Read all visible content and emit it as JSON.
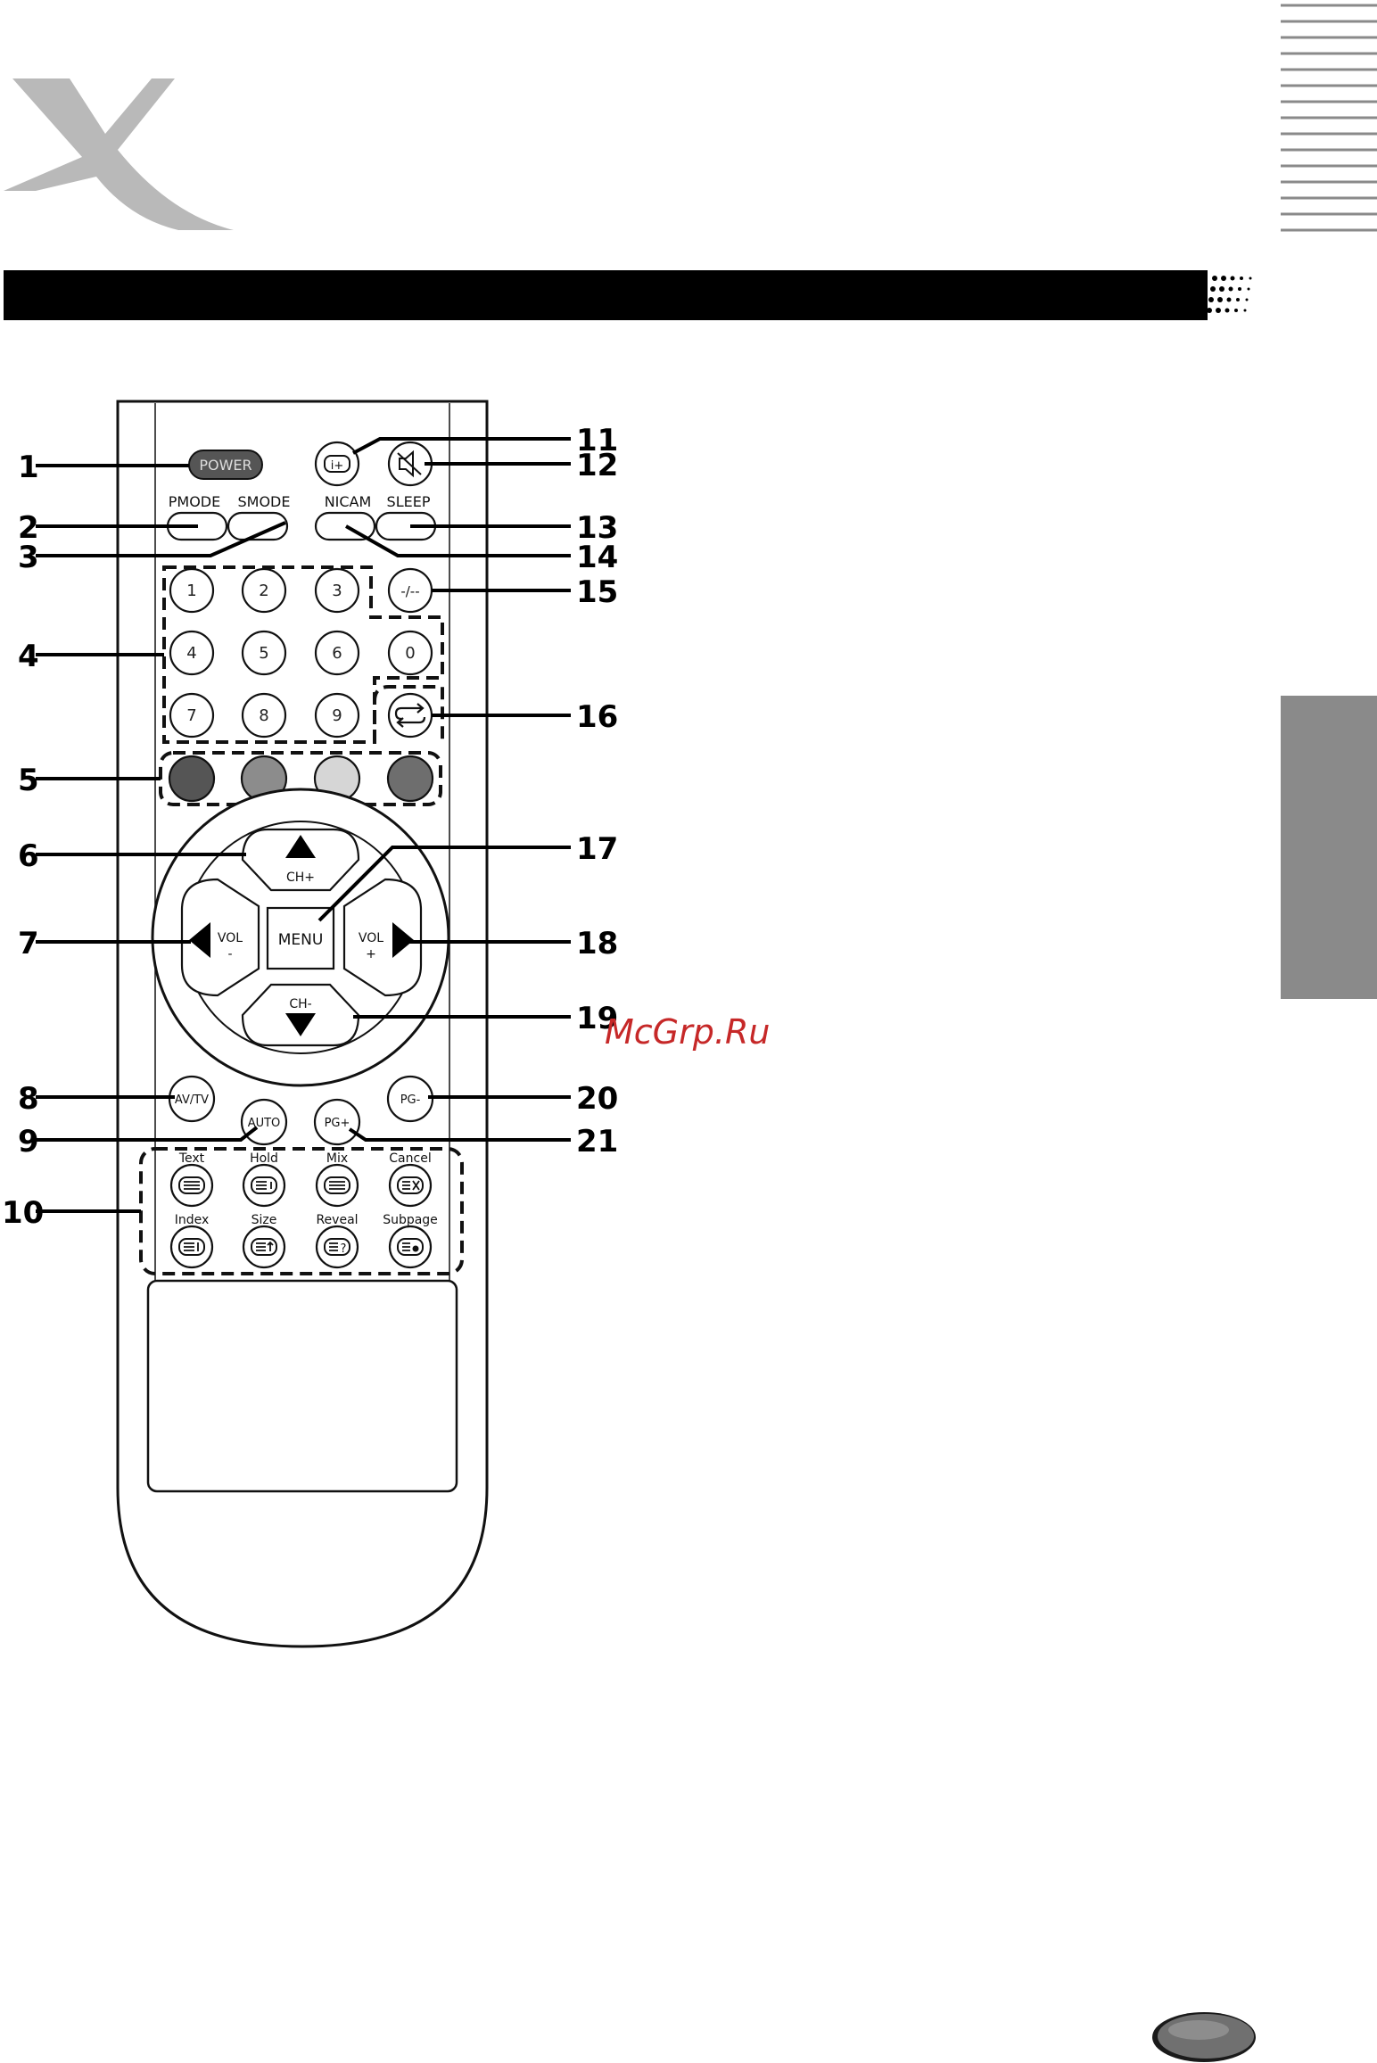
{
  "header": {
    "logo_letter": "X",
    "colors": {
      "logo": "#b9b9b9",
      "bar": "#000000",
      "side_tab": "#8a8a8a",
      "page_oval": "#666666",
      "watermark": "#c62828"
    }
  },
  "remote": {
    "power": "POWER",
    "pmode": "PMODE",
    "smode": "SMODE",
    "nicam": "NICAM",
    "sleep": "SLEEP",
    "dash_key": "-/--",
    "digits": [
      "1",
      "2",
      "3",
      "4",
      "5",
      "6",
      "0",
      "7",
      "8",
      "9"
    ],
    "color_keys": [
      "#555555",
      "#8c8c8c",
      "#d6d6d6",
      "#6e6e6e"
    ],
    "ch_plus": "CH+",
    "ch_minus": "CH-",
    "vol_minus_top": "VOL",
    "vol_minus_bottom": "-",
    "vol_plus_top": "VOL",
    "vol_plus_bottom": "+",
    "menu": "MENU",
    "av_tv": "AV/TV",
    "auto": "AUTO",
    "pg_minus": "PG-",
    "pg_plus": "PG+",
    "teletext_top": [
      "Text",
      "Hold",
      "Mix",
      "Cancel"
    ],
    "teletext_bottom": [
      "Index",
      "Size",
      "Reveal",
      "Subpage"
    ]
  },
  "callouts": [
    "1",
    "2",
    "3",
    "4",
    "5",
    "6",
    "7",
    "8",
    "9",
    "10",
    "11",
    "12",
    "13",
    "14",
    "15",
    "16",
    "17",
    "18",
    "19",
    "20",
    "21"
  ],
  "watermark": "McGrp.Ru"
}
